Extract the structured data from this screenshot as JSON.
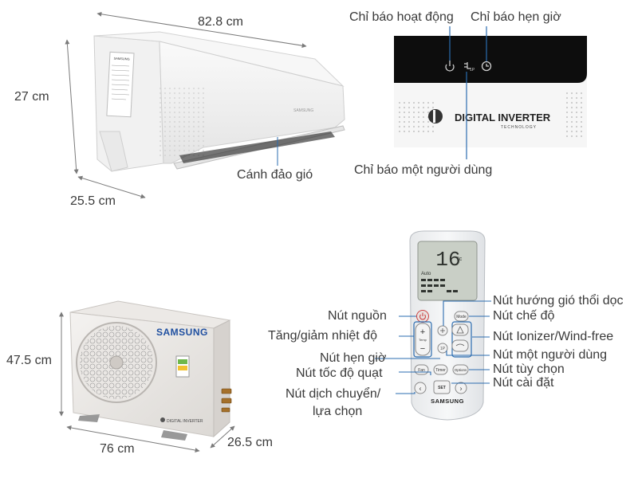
{
  "indoor_unit": {
    "width": "82.8 cm",
    "height": "27 cm",
    "depth": "25.5 cm",
    "vane_label": "Cánh đảo gió",
    "brand_text": "SAMSUNG"
  },
  "display_panel": {
    "power_indicator": "Chỉ báo hoạt động",
    "timer_indicator": "Chỉ báo hẹn giờ",
    "single_user_indicator": "Chỉ báo một người dùng",
    "logo_line1": "DIGITAL INVERTER",
    "logo_line2": "TECHNOLOGY"
  },
  "outdoor_unit": {
    "height": "47.5 cm",
    "width": "76 cm",
    "depth": "26.5 cm",
    "brand": "SAMSUNG",
    "plate": "DIGITAL INVERTER"
  },
  "remote": {
    "display_temp": "16",
    "display_mode": "Auto",
    "brand": "SAMSUNG",
    "btn_mode": "Mode",
    "btn_temp": "Temp",
    "btn_fan": "Fan",
    "btn_timer": "Timer",
    "btn_options": "Options",
    "btn_set": "SET",
    "labels": {
      "power": "Nút nguồn",
      "temp": "Tăng/giảm nhiệt độ",
      "timer": "Nút hẹn giờ",
      "fan_speed": "Nút tốc độ quạt",
      "navigate_line1": "Nút dịch chuyển/",
      "navigate_line2": "lựa chọn",
      "vertical_swing": "Nút hướng gió thổi dọc",
      "mode": "Nút chế độ",
      "ionizer": "Nút Ionizer/Wind-free",
      "single_user": "Nút một người dùng",
      "options": "Nút tùy chọn",
      "settings": "Nút cài đặt"
    }
  },
  "colors": {
    "label": "#3a3a3a",
    "dimension_line": "#7a7a7a",
    "callout_line": "#2b6cb0",
    "panel_dark": "#0d0d0d",
    "samsung_blue": "#1f4fa0"
  }
}
